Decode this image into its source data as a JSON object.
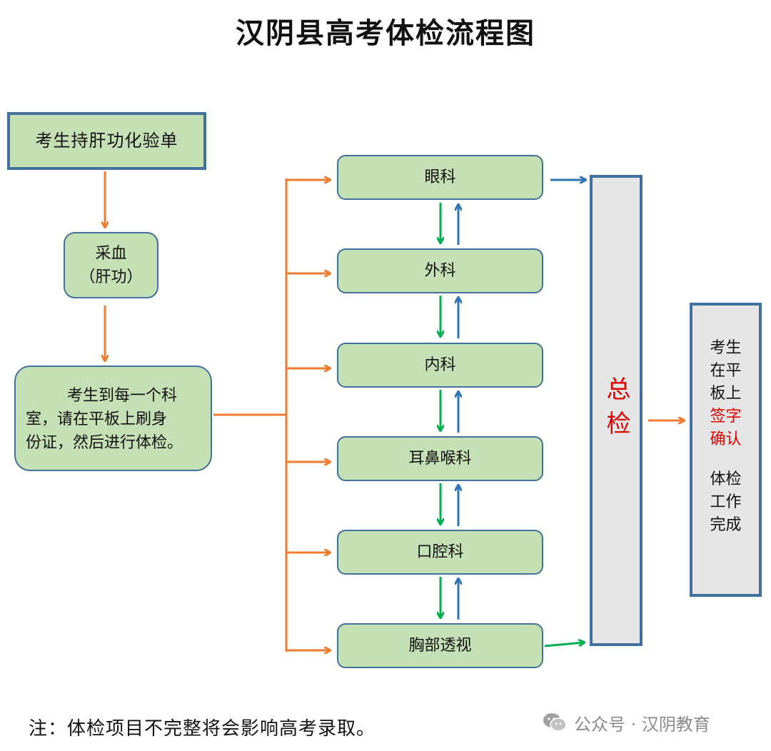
{
  "title": "汉阴县高考体检流程图",
  "start": "考生持肝功化验单",
  "blood": {
    "line1": "采血",
    "line2": "（肝功）"
  },
  "instructions": {
    "line1": "考生到每一个科",
    "line2": "室，请在平板上刷身",
    "line3": "份证，然后进行体检。"
  },
  "departments": [
    "眼科",
    "外科",
    "内科",
    "耳鼻喉科",
    "口腔科",
    "胸部透视"
  ],
  "final_check": "总检",
  "completion": {
    "lines": [
      "考生",
      "在平",
      "板上"
    ],
    "red_lines": [
      "签字",
      "确认"
    ],
    "end_lines": [
      "体检",
      "工作",
      "完成"
    ]
  },
  "note": "注：体检项目不完整将会影响高考录取。",
  "watermark": {
    "text": "公众号 · 汉阴教育",
    "icon": "wechat-icon"
  },
  "colors": {
    "box_fill": "#c5e0b4",
    "box_border": "#41719c",
    "arrow_orange": "#ed7d31",
    "arrow_green": "#00b050",
    "arrow_blue": "#2e75b6",
    "emphasis_red": "#e00000"
  }
}
